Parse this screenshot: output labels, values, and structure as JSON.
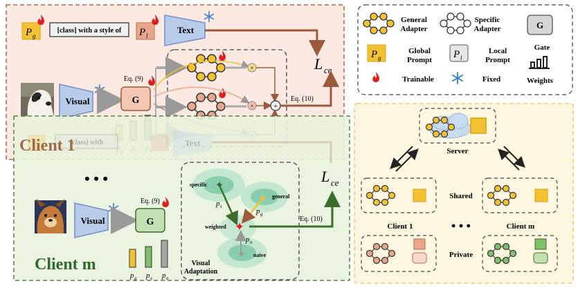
{
  "client1": {
    "prompt_g": "P",
    "prompt_g_sub": "g",
    "template": "[class] with a style of",
    "prompt_l": "P",
    "prompt_l_sub": "l",
    "text_encoder": "Text",
    "visual_encoder": "Visual",
    "gate": "G",
    "eq9": "Eq. (9)",
    "eq10": "Eq. (10)",
    "loss": "L",
    "loss_sub": "ce",
    "name": "Client 1",
    "bars": [
      "p",
      "p",
      "p"
    ],
    "bar_subs": [
      "g",
      "s",
      "n"
    ],
    "ghost_template": "[class] with",
    "ghost_text": "Text"
  },
  "clientm": {
    "visual_encoder": "Visual",
    "gate": "G",
    "eq9": "Eq. (9)",
    "eq10": "Eq. (10)",
    "loss": "L",
    "loss_sub": "ce",
    "name": "Client m",
    "bars": [
      "p",
      "p",
      "p"
    ],
    "bar_subs": [
      "g",
      "s",
      "n"
    ],
    "dots": "•  •  •",
    "vis_labels": {
      "specific": "specific",
      "general": "general",
      "weighted": "weighted",
      "naive": "naive",
      "ps": "p",
      "ps_sub": "s",
      "pg": "p",
      "pg_sub": "g",
      "pn": "p",
      "pn_sub": "n",
      "title1": "Visual",
      "title2": "Adaptation"
    }
  },
  "legend": {
    "general_adapter_1": "General",
    "general_adapter_2": "Adapter",
    "specific_adapter_1": "Specific",
    "specific_adapter_2": "Adapter",
    "gate_box": "G",
    "gate_label": "Gate",
    "pg": "P",
    "pg_sub": "g",
    "global_prompt_1": "Global",
    "global_prompt_2": "Prompt",
    "pl": "P",
    "pl_sub": "l",
    "local_prompt_1": "Local",
    "local_prompt_2": "Prompt",
    "weights": "Weights",
    "trainable": "Trainable",
    "fixed": "Fixed"
  },
  "federation": {
    "server": "Server",
    "shared": "Shared",
    "client1": "Client 1",
    "clientm": "Client m",
    "dots": "• • •",
    "private": "Private"
  },
  "colors": {
    "client1_bg": "#fbe9e2",
    "client1_border": "#c0504d",
    "clientm_bg": "#e7f3dd",
    "clientm_border": "#3b6e2a",
    "fed_bg": "#fdf6e0",
    "fed_border": "#e8c54a",
    "yellow": "#f2c233",
    "orange": "#e8a68a",
    "green": "#7fbf6a",
    "grey": "#a6a6a6",
    "blue": "#7f9fd6",
    "brown": "#9c5a3c"
  }
}
